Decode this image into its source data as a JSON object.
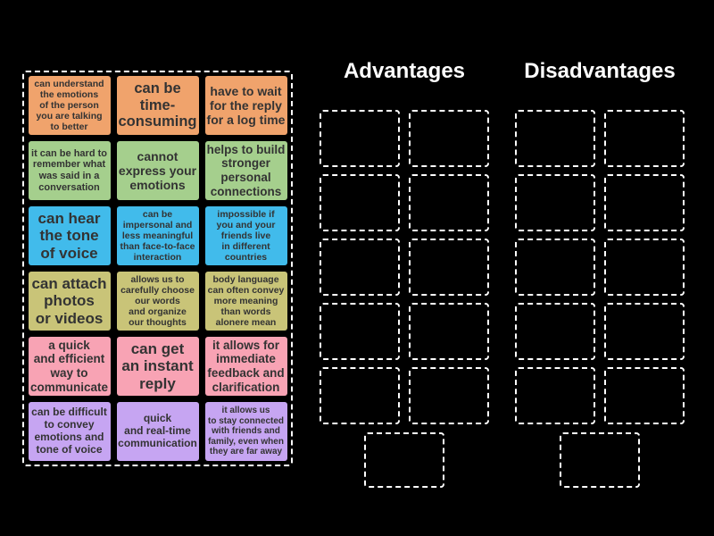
{
  "palette": {
    "background": "#000000",
    "dashed_border": "#ffffff",
    "header_text": "#ffffff",
    "card_text": "#333333",
    "row_colors": [
      "#f0a36c",
      "#a5cf8d",
      "#41bbeb",
      "#c9c478",
      "#f8a3b4",
      "#c6a5f2"
    ]
  },
  "pool": {
    "cards": [
      {
        "text": "can understand\nthe emotions\nof the person\nyou are talking\nto better",
        "color": "#f0a36c"
      },
      {
        "text": "can be\ntime-consuming",
        "color": "#f0a36c"
      },
      {
        "text": "have to wait\nfor the reply\nfor a log time",
        "color": "#f0a36c"
      },
      {
        "text": "it can be hard to\nremember what\nwas said in a\nconversation",
        "color": "#a5cf8d"
      },
      {
        "text": "cannot\nexpress your\nemotions",
        "color": "#a5cf8d"
      },
      {
        "text": "helps to build\nstronger\npersonal\nconnections",
        "color": "#a5cf8d"
      },
      {
        "text": "can hear\nthe tone\nof voice",
        "color": "#41bbeb"
      },
      {
        "text": "can be\nimpersonal and\nless meaningful\nthan face-to-face\ninteraction",
        "color": "#41bbeb"
      },
      {
        "text": "impossible if\nyou and your\nfriends live\nin different\ncountries",
        "color": "#41bbeb"
      },
      {
        "text": "can attach\nphotos\nor videos",
        "color": "#c9c478"
      },
      {
        "text": "allows us to\ncarefully choose\nour words\nand organize\nour thoughts",
        "color": "#c9c478"
      },
      {
        "text": "body language\ncan often convey\nmore meaning\nthan words\nalonere mean",
        "color": "#c9c478"
      },
      {
        "text": "a quick\nand efficient\nway to\ncommunicate",
        "color": "#f8a3b4"
      },
      {
        "text": "can get\nan instant\nreply",
        "color": "#f8a3b4"
      },
      {
        "text": "it allows for\nimmediate\nfeedback and\nclarification",
        "color": "#f8a3b4"
      },
      {
        "text": "can be difficult\nto convey\nemotions and\ntone of voice",
        "color": "#c6a5f2"
      },
      {
        "text": "quick\nand real-time\ncommunication",
        "color": "#c6a5f2"
      },
      {
        "text": "it allows us\nto stay connected\nwith friends and\nfamily, even when\nthey are far away",
        "color": "#c6a5f2"
      }
    ]
  },
  "categories": [
    {
      "label": "Advantages",
      "grid_slots": 10,
      "bottom_slots": 1
    },
    {
      "label": "Disadvantages",
      "grid_slots": 10,
      "bottom_slots": 1
    }
  ]
}
